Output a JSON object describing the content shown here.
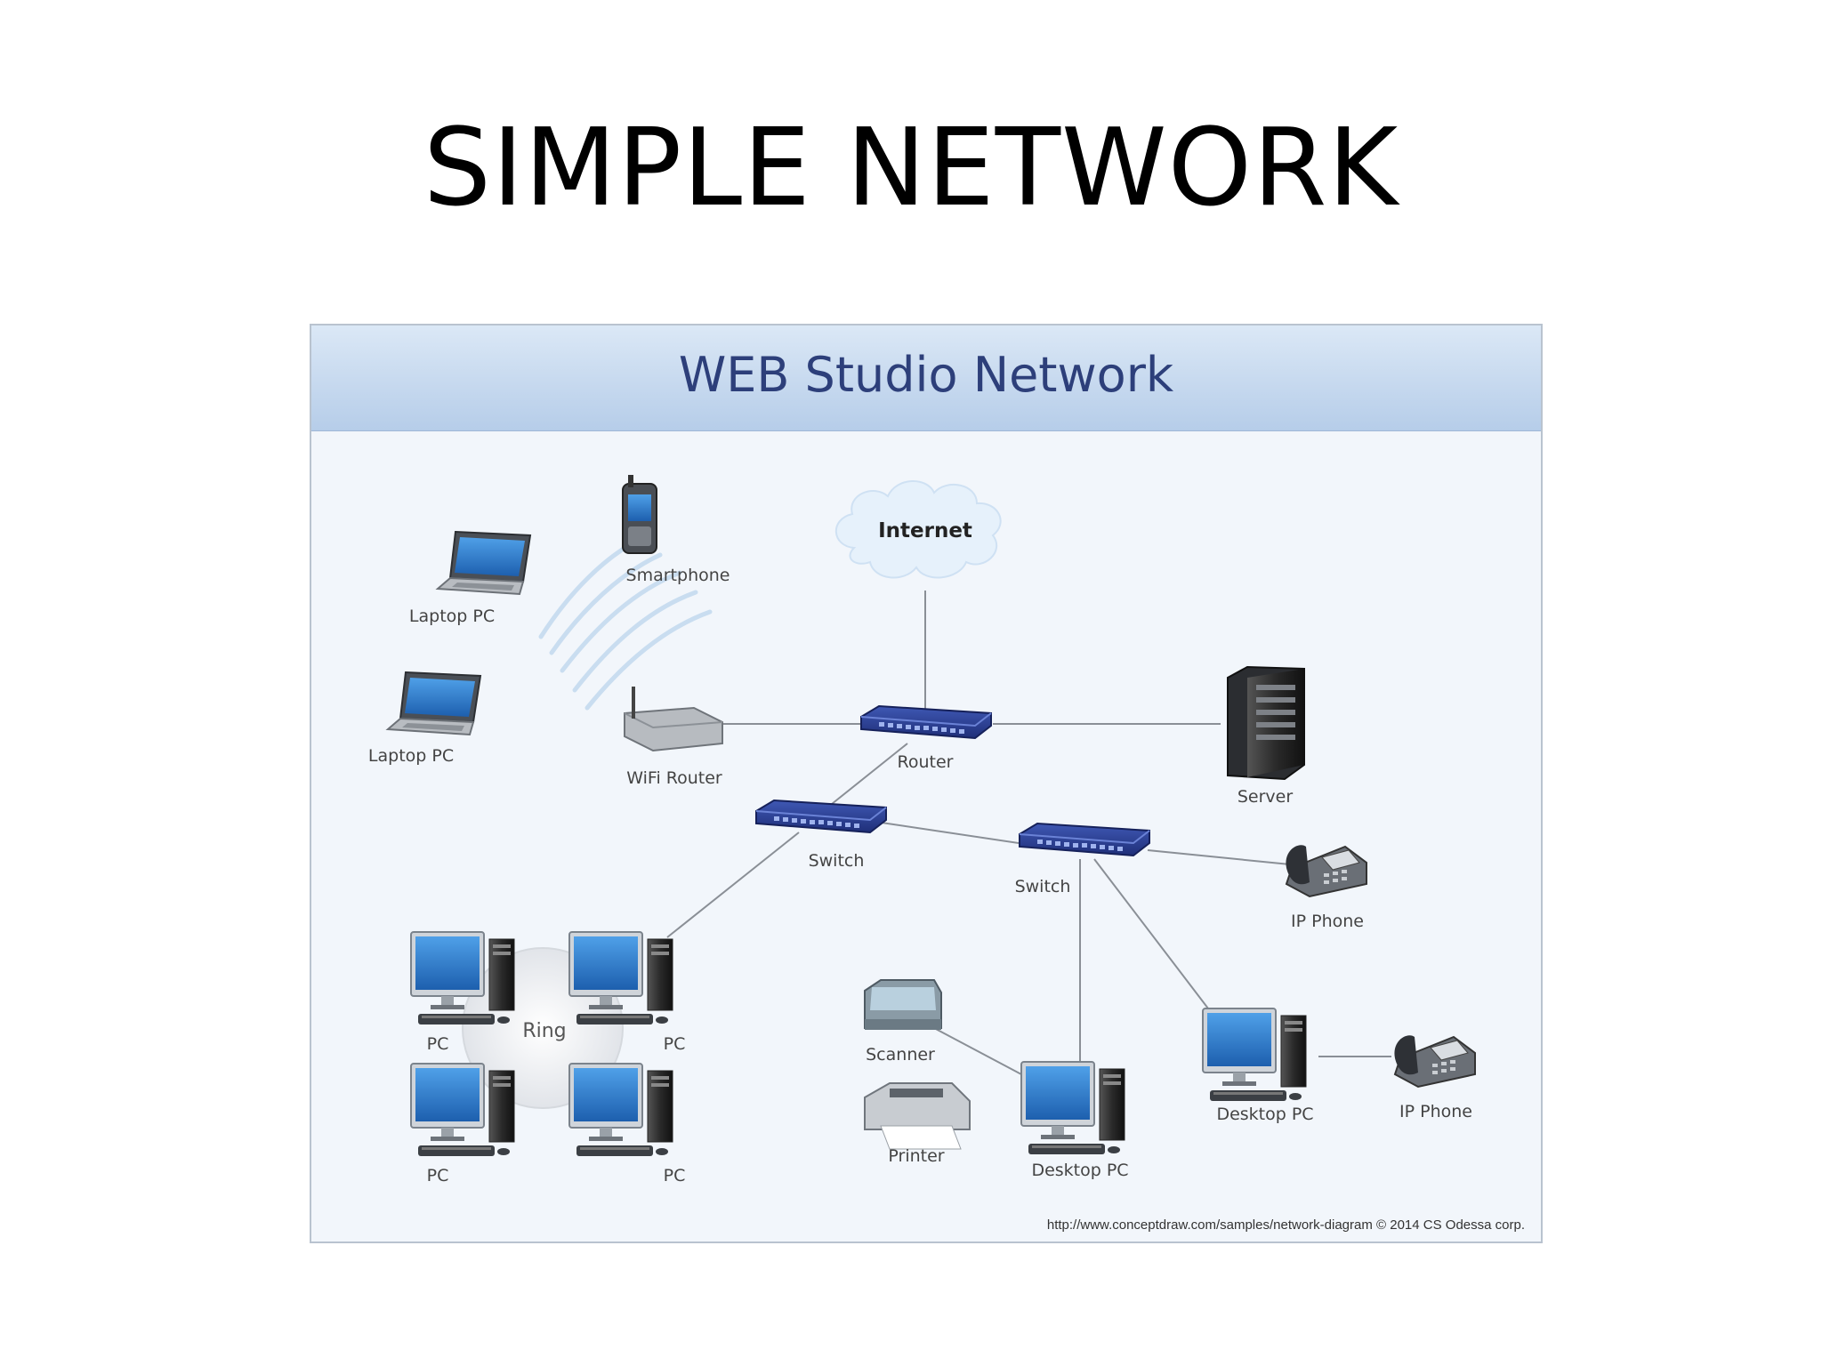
{
  "slide": {
    "title": "SIMPLE NETWORK"
  },
  "diagram": {
    "title": "WEB Studio Network",
    "credit": "http://www.conceptdraw.com/samples/network-diagram © 2014 CS Odessa corp.",
    "nodes": {
      "internet": "Internet",
      "smartphone": "Smartphone",
      "laptop1": "Laptop PC",
      "laptop2": "Laptop PC",
      "wifi_router": "WiFi Router",
      "router": "Router",
      "server": "Server",
      "switch1": "Switch",
      "switch2": "Switch",
      "ip_phone1": "IP Phone",
      "ip_phone2": "IP Phone",
      "ring": "Ring",
      "pc1": "PC",
      "pc2": "PC",
      "pc3": "PC",
      "pc4": "PC",
      "scanner": "Scanner",
      "printer": "Printer",
      "desktop1": "Desktop PC",
      "desktop2": "Desktop PC"
    },
    "colors": {
      "header": "#b6cde9",
      "title_text": "#2d3f7a",
      "network_device": "#2a3f8f",
      "monitor_screen": "#2f76c9"
    }
  }
}
